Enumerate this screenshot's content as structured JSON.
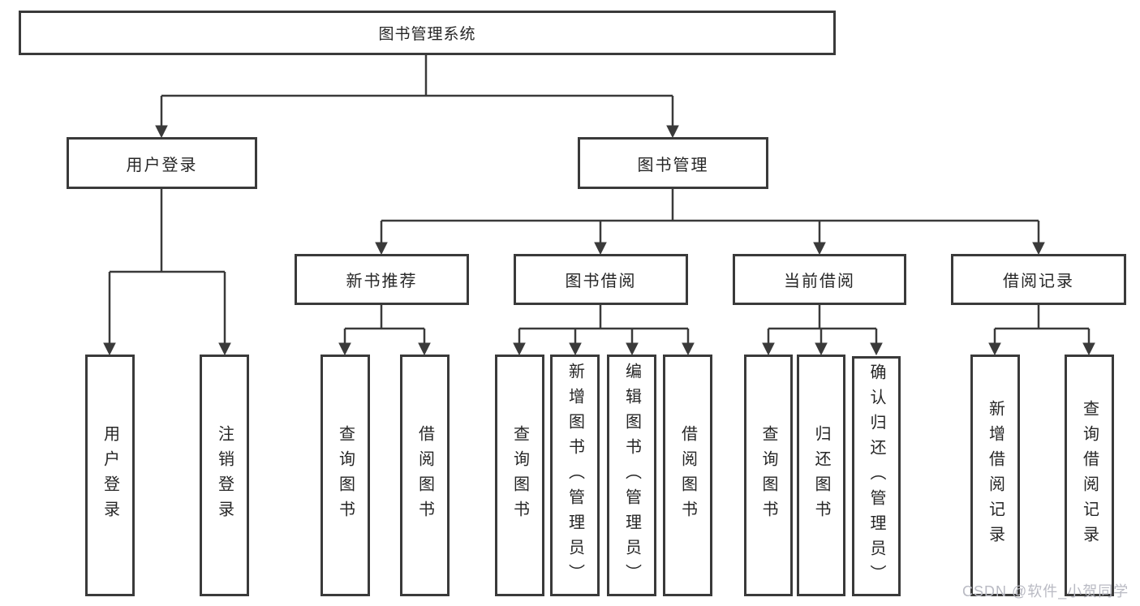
{
  "tree": {
    "label": "图书管理系统",
    "children": [
      {
        "label": "用户登录",
        "children": [
          {
            "label": "用户登录"
          },
          {
            "label": "注销登录"
          }
        ]
      },
      {
        "label": "图书管理",
        "children": [
          {
            "label": "新书推荐",
            "children": [
              {
                "label": "查询图书"
              },
              {
                "label": "借阅图书"
              }
            ]
          },
          {
            "label": "图书借阅",
            "children": [
              {
                "label": "查询图书"
              },
              {
                "label": "新增图书（管理员）"
              },
              {
                "label": "编辑图书（管理员）"
              },
              {
                "label": "借阅图书"
              }
            ]
          },
          {
            "label": "当前借阅",
            "children": [
              {
                "label": "查询图书"
              },
              {
                "label": "归还图书"
              },
              {
                "label": "确认归还（管理员）"
              }
            ]
          },
          {
            "label": "借阅记录",
            "children": [
              {
                "label": "新增借阅记录"
              },
              {
                "label": "查询借阅记录"
              }
            ]
          }
        ]
      }
    ]
  },
  "watermark": {
    "text": "CSDN @软件_小贺同学"
  },
  "colors": {
    "line": "#3a3a3a",
    "border": "#3a3a3a",
    "text": "#262626",
    "background": "#ffffff",
    "watermark": "#b9bac3"
  }
}
